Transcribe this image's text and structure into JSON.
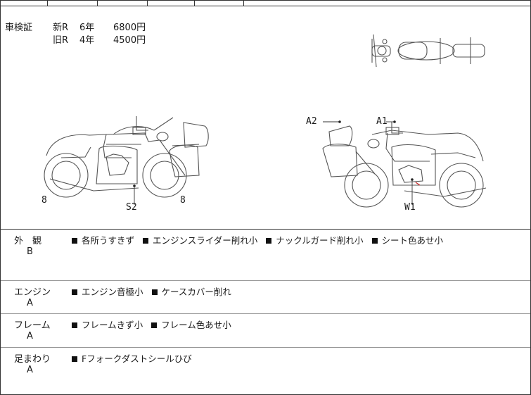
{
  "shaken": {
    "label": "車検証",
    "new_row": {
      "kind": "新R",
      "years": "6年",
      "price": "6800円"
    },
    "old_row": {
      "kind": "旧R",
      "years": "4年",
      "price": "4500円"
    }
  },
  "damage_codes": {
    "left_front_tire": "8",
    "left_exhaust": "S2",
    "left_rear_tire": "8",
    "right_box": "A2",
    "right_mirror": "A1",
    "right_engine": "W1"
  },
  "sections": [
    {
      "name": "外　観",
      "grade": "B",
      "notes": [
        "各所うすきず",
        "エンジンスライダー削れ小",
        "ナックルガード削れ小",
        "シート色あせ小"
      ]
    },
    {
      "name": "エンジン",
      "grade": "A",
      "notes": [
        "エンジン音極小",
        "ケースカバー削れ"
      ]
    },
    {
      "name": "フレーム",
      "grade": "A",
      "notes": [
        "フレームきず小",
        "フレーム色あせ小"
      ]
    },
    {
      "name": "足まわり",
      "grade": "A",
      "notes": [
        "Fフォークダストシールひび"
      ]
    }
  ]
}
